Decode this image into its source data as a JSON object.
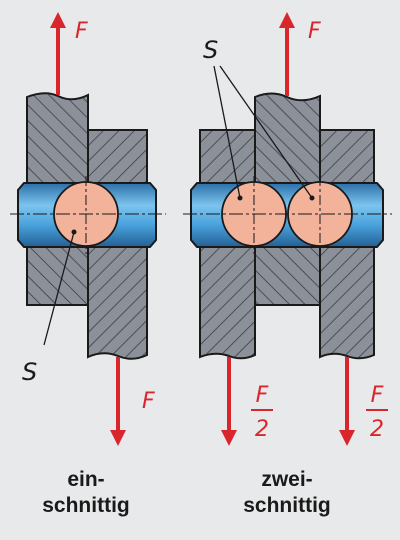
{
  "colors": {
    "background": "#e8e9ea",
    "plate": "#8c9099",
    "hatch": "#3a3d44",
    "pin_blue": "#4aa3dd",
    "pin_blue_dark": "#2b6fa8",
    "section": "#f2b39a",
    "force": "#d9262c",
    "text": "#1a1a1a"
  },
  "single_shear": {
    "force_top": "F",
    "force_bottom": "F",
    "shear_label": "S",
    "caption_line1": "ein-",
    "caption_line2": "schnittig"
  },
  "double_shear": {
    "force_top": "F",
    "force_bottom_left_num": "F",
    "force_bottom_left_den": "2",
    "force_bottom_right_num": "F",
    "force_bottom_right_den": "2",
    "shear_label": "S",
    "caption_line1": "zwei-",
    "caption_line2": "schnittig"
  }
}
